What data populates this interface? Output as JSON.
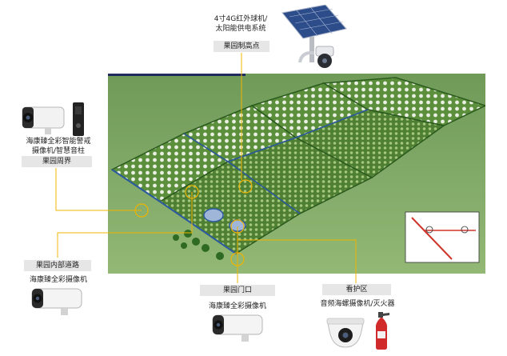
{
  "callouts": {
    "top": {
      "caption_line1": "4寸4G红外球机/",
      "caption_line2": "太阳能供电系统",
      "tag": "果园制高点"
    },
    "left_upper": {
      "caption_line1": "海康臻全彩智能警戒",
      "caption_line2": "摄像机/智慧音柱",
      "tag": "果园周界"
    },
    "left_lower": {
      "tag": "果园内部道路",
      "caption": "海康臻全彩摄像机"
    },
    "bottom_center": {
      "tag": "果园门口",
      "caption": "海康臻全彩摄像机"
    },
    "bottom_right": {
      "tag": "看护区",
      "caption": "音频海螺摄像机/灭火器"
    }
  },
  "device_icons": [
    "solar-ptz-camera-icon",
    "bullet-camera-icon",
    "smart-speaker-column-icon",
    "dome-camera-icon",
    "fire-extinguisher-icon"
  ],
  "colors": {
    "connector": "#f0b400",
    "tag_bg": "#e6e6e6",
    "field_green": "#3f7f2c",
    "road": "#2c5aa0"
  }
}
